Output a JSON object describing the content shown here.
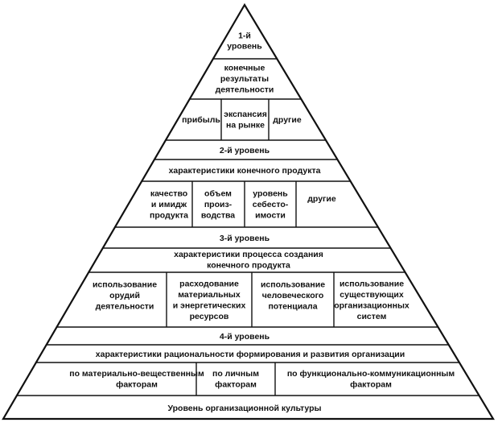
{
  "pyramid": {
    "level1": {
      "title": [
        "1-й",
        "уровень"
      ],
      "header": [
        "конечные",
        "результаты",
        "деятельности"
      ],
      "cells": [
        [
          "прибыль"
        ],
        [
          "экспансия",
          "на рынке"
        ],
        [
          "другие"
        ]
      ]
    },
    "level2": {
      "title": [
        "2-й уровень"
      ],
      "header": [
        "характеристики конечного продукта"
      ],
      "cells": [
        [
          "качество",
          "и имидж",
          "продукта"
        ],
        [
          "объем",
          "произ-",
          "водства"
        ],
        [
          "уровень",
          "себесто-",
          "имости"
        ],
        [
          "другие"
        ]
      ]
    },
    "level3": {
      "title": [
        "3-й уровень"
      ],
      "header": [
        "характеристики процесса создания",
        "конечного продукта"
      ],
      "cells": [
        [
          "использование",
          "орудий",
          "деятельности"
        ],
        [
          "расходование",
          "материальных",
          "и энергетических",
          "ресурсов"
        ],
        [
          "использование",
          "человеческого",
          "потенциала"
        ],
        [
          "использование",
          "существующих",
          "организационных",
          "систем"
        ]
      ]
    },
    "level4": {
      "title": [
        "4-й уровень"
      ],
      "header": [
        "характеристики рациональности формирования и развития организации"
      ],
      "cells": [
        [
          "по материально-вещественным",
          "факторам"
        ],
        [
          "по личным",
          "факторам"
        ],
        [
          "по функционально-коммуникационным",
          "факторам"
        ]
      ]
    },
    "base": {
      "label": [
        "Уровень организационной культуры"
      ]
    }
  }
}
